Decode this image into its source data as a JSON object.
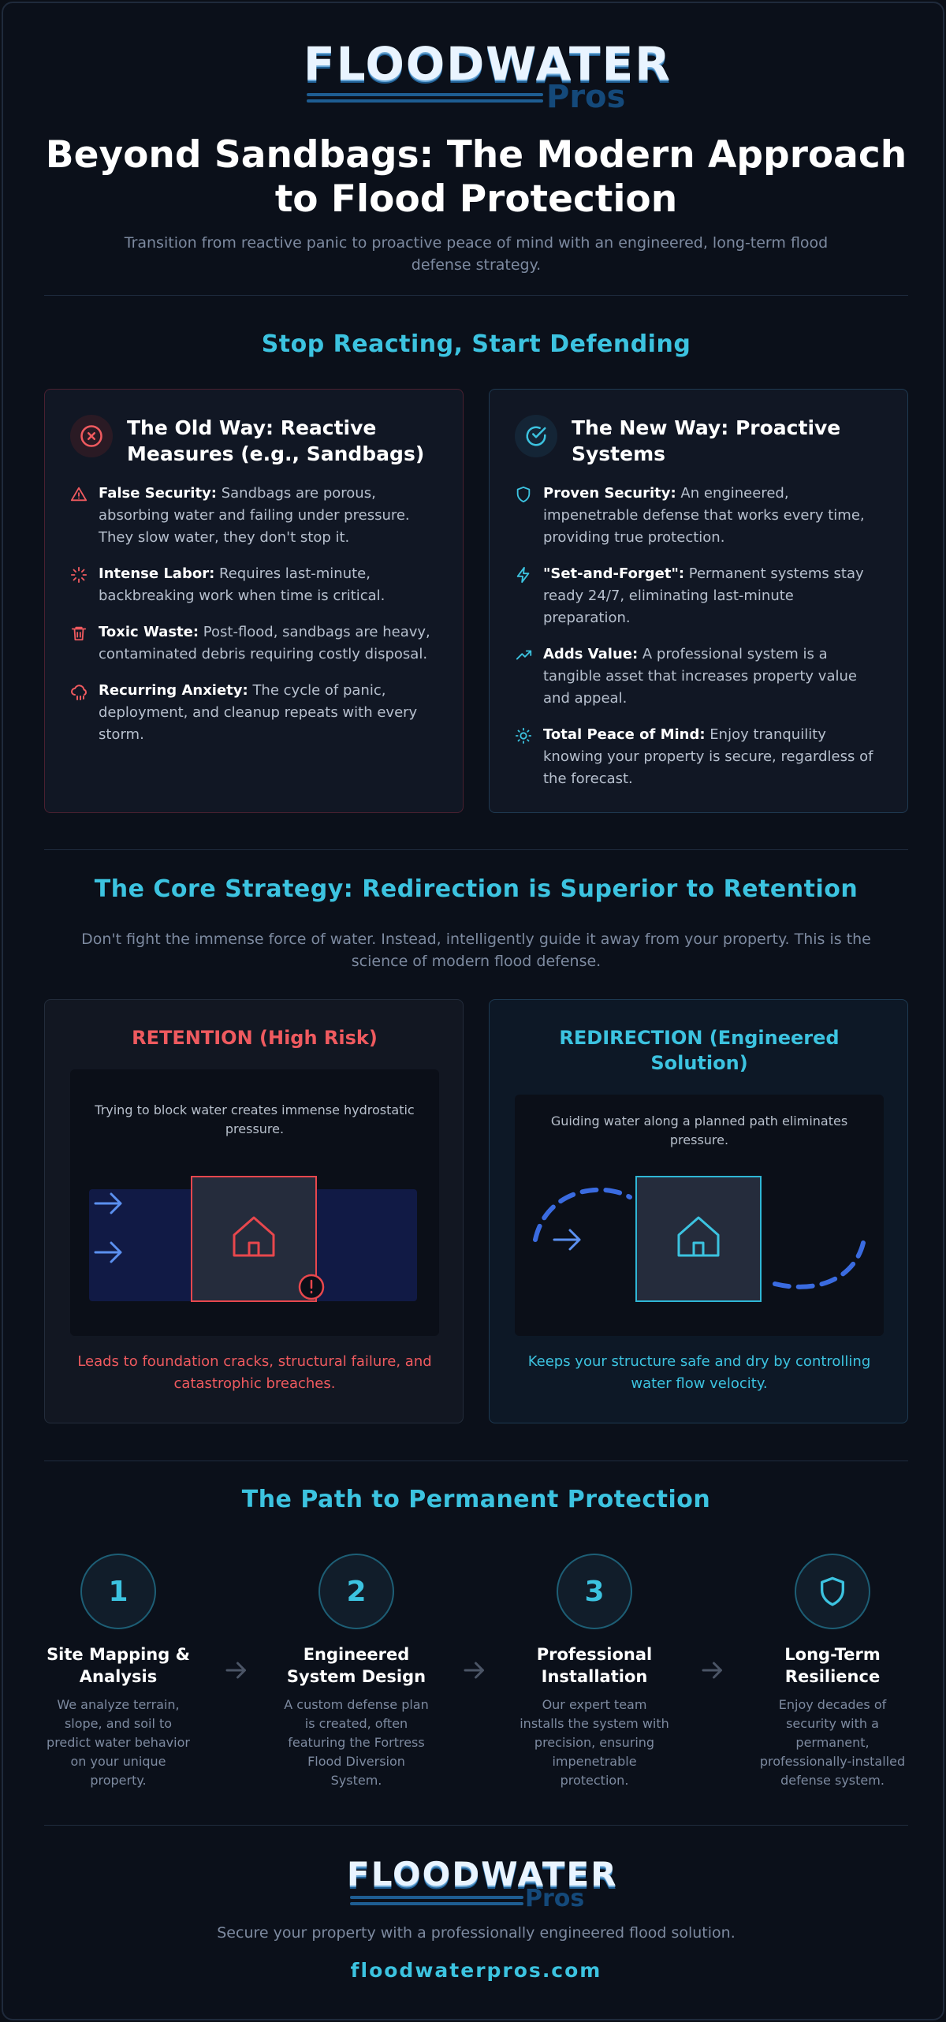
{
  "brand": {
    "logo_word": "FLOODWATER",
    "logo_sub": "Pros"
  },
  "hero": {
    "title": "Beyond Sandbags: The Modern Approach to Flood Protection",
    "subtitle": "Transition from reactive panic to proactive peace of mind with an engineered, long-term flood defense strategy."
  },
  "compare": {
    "heading": "Stop Reacting, Start Defending",
    "old": {
      "title": "The Old Way: Reactive Measures (e.g., Sandbags)",
      "icon": "x-circle-icon",
      "items": [
        {
          "icon": "warning-icon",
          "label": "False Security:",
          "text": " Sandbags are porous, absorbing water and failing under pressure. They slow water, they don't stop it."
        },
        {
          "icon": "loader-burst-icon",
          "label": "Intense Labor:",
          "text": " Requires last-minute, backbreaking work when time is critical."
        },
        {
          "icon": "trash-icon",
          "label": "Toxic Waste:",
          "text": " Post-flood, sandbags are heavy, contaminated debris requiring costly disposal."
        },
        {
          "icon": "storm-cloud-icon",
          "label": "Recurring Anxiety:",
          "text": " The cycle of panic, deployment, and cleanup repeats with every storm."
        }
      ]
    },
    "new": {
      "title": "The New Way: Proactive Systems",
      "icon": "check-circle-icon",
      "items": [
        {
          "icon": "shield-icon",
          "label": "Proven Security:",
          "text": " An engineered, impenetrable defense that works every time, providing true protection."
        },
        {
          "icon": "bolt-icon",
          "label": "\"Set-and-Forget\":",
          "text": " Permanent systems stay ready 24/7, eliminating last-minute preparation."
        },
        {
          "icon": "trending-up-icon",
          "label": "Adds Value:",
          "text": " A professional system is a tangible asset that increases property value and appeal."
        },
        {
          "icon": "sun-icon",
          "label": "Total Peace of Mind:",
          "text": " Enjoy tranquility knowing your property is secure, regardless of the forecast."
        }
      ]
    }
  },
  "strategy": {
    "heading": "The Core Strategy: Redirection is Superior to Retention",
    "intro": "Don't fight the immense force of water. Instead, intelligently guide it away from your property. This is the science of modern flood defense.",
    "retention": {
      "title": "RETENTION (High Risk)",
      "caption": "Trying to block water creates immense hydrostatic pressure.",
      "footer": "Leads to foundation cracks, structural failure, and catastrophic breaches."
    },
    "redirection": {
      "title": "REDIRECTION (Engineered Solution)",
      "caption": "Guiding water along a planned path eliminates pressure.",
      "footer": "Keeps your structure safe and dry by controlling water flow velocity."
    }
  },
  "path": {
    "heading": "The Path to Permanent Protection",
    "steps": [
      {
        "number": "1",
        "title": "Site Mapping & Analysis",
        "text": "We analyze terrain, slope, and soil to predict water behavior on your unique property."
      },
      {
        "number": "2",
        "title": "Engineered System Design",
        "text": "A custom defense plan is created, often featuring the Fortress Flood Diversion System."
      },
      {
        "number": "3",
        "title": "Professional Installation",
        "text": "Our expert team installs the system with precision, ensuring impenetrable protection."
      },
      {
        "icon": "shield-icon",
        "title": "Long-Term Resilience",
        "text": "Enjoy decades of security with a permanent, professionally-installed defense system."
      }
    ]
  },
  "footer": {
    "tagline": "Secure your property with a professionally engineered flood solution.",
    "website": "floodwaterpros.com"
  },
  "colors": {
    "accent": "#3cc3e0",
    "danger": "#ef5a5f",
    "background": "#0b101a",
    "water": "#111a45"
  }
}
